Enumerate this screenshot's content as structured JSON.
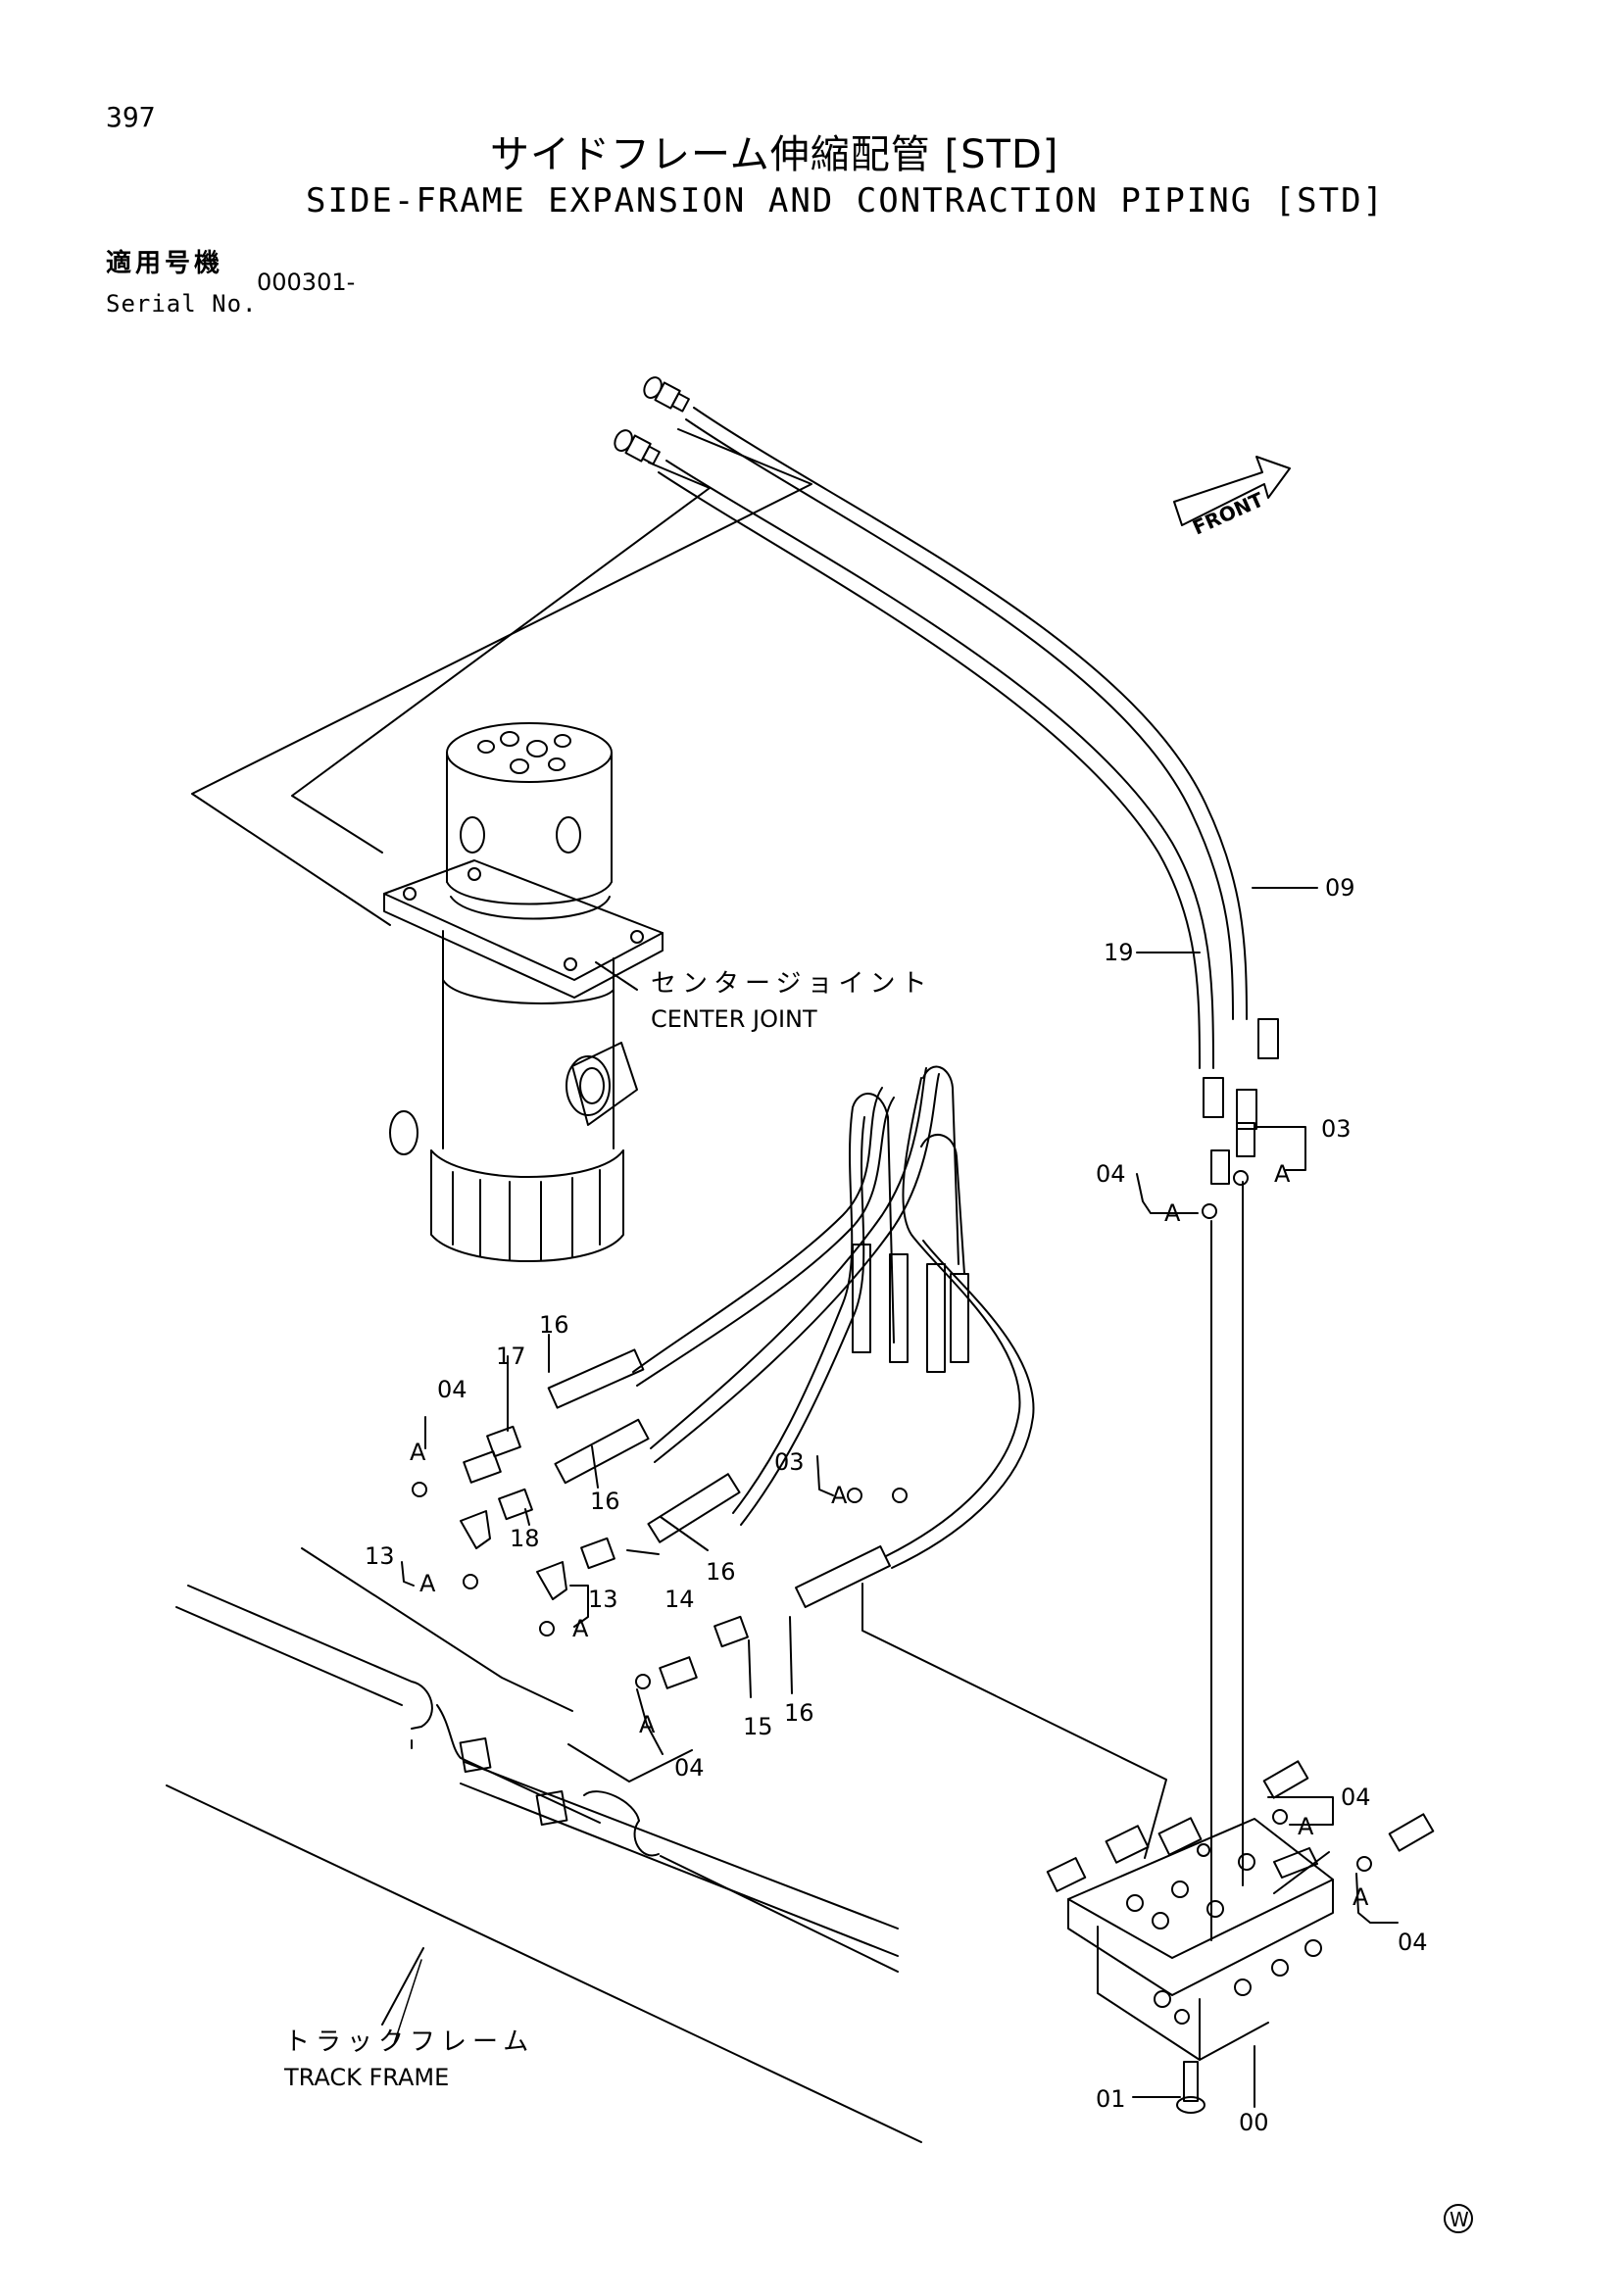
{
  "page_number": "397",
  "title_jp": "サイドフレーム伸縮配管 [STD]",
  "title_en": "SIDE-FRAME EXPANSION AND CONTRACTION PIPING [STD]",
  "serial": {
    "label_jp": "適用号機",
    "label_en": "Serial No.",
    "value": "000301-"
  },
  "front_marker": "FRONT",
  "components": {
    "center_joint_jp": "センタージョイント",
    "center_joint_en": "CENTER JOINT",
    "track_frame_jp": "トラックフレーム",
    "track_frame_en": "TRACK FRAME"
  },
  "part_callouts": {
    "p00": "00",
    "p01": "01",
    "p03": "03",
    "p04": "04",
    "p09": "09",
    "p13": "13",
    "p14": "14",
    "p15": "15",
    "p16": "16",
    "p17": "17",
    "p18": "18",
    "p19": "19"
  },
  "detail_marker": "A",
  "watermark": "W"
}
